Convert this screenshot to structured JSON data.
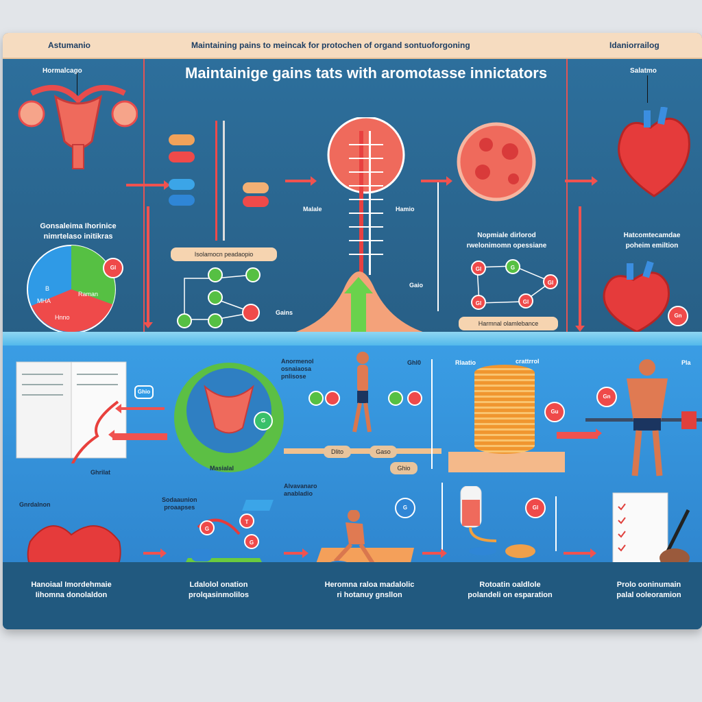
{
  "header": {
    "left": "Astumanio",
    "center": "Maintaining pains to meincak for protochen of organd sontuoforgoning",
    "right": "Idaniorrailog"
  },
  "top": {
    "title": "Maintainige gains tats with aromotasse innictators",
    "left_label": "Hormalcago",
    "right_label": "Salatmo",
    "uterus_caption": [
      "Gonsaleima Ihorinice",
      "nimrtelaso initikras"
    ],
    "pie_labels": [
      "B",
      "MHA",
      "Raman",
      "Hnno"
    ],
    "pie_badge": "Gl",
    "pill_tag": "Isolamocn peadaopio",
    "dna_left": "Malale",
    "dna_right": "Hamio",
    "circle_caption": [
      "Nopmiale dirlorod",
      "rwelonimomn opessiane"
    ],
    "gain_label": "Gaio",
    "molecule_label": "Gains",
    "hormonal_tag": "Harmnal olamlebance",
    "heart_caption": [
      "Hatcomtecamdae",
      "poheim emiltion"
    ],
    "heart_badge": "Gn",
    "net_badges": [
      "Gl",
      "G",
      "Gl",
      "Gl",
      "Gl"
    ]
  },
  "bottom": {
    "book_badge": "Ghio",
    "book_label": "Ghrilat",
    "ovary_circle_label": "Masialal",
    "ovary_badge": "G",
    "cell_label": "Gnrdalnon",
    "runner_label": [
      "Anormenol",
      "osnaiaosa",
      "pnlisose"
    ],
    "runner_badge": "Ghl0",
    "syringe_labels": [
      "Dlito",
      "Gaso",
      "Ghio"
    ],
    "coins_label": "crattrrol",
    "coins_side": "Rlaatio",
    "coins_badge": "Gu",
    "muscle_label": "Pla",
    "muscle_badge": "Gn",
    "curve_label": [
      "Sodaaunion",
      "proaapses"
    ],
    "curve_badges": [
      "G",
      "T",
      "G"
    ],
    "runner2_label": [
      "Alvavanaro",
      "anabladio"
    ],
    "runner2_badge": "G",
    "tube_badge": "Gl"
  },
  "captions": [
    [
      "Hanoiaal Imordehmaie",
      "Iihomna donolaldon"
    ],
    [
      "Ldalolol onation",
      "prolqasinmolilos"
    ],
    [
      "Heromna raloa madalolic",
      "ri hotanuy gnsllon"
    ],
    [
      "Rotoatin oaldlole",
      "polandeli on esparation"
    ],
    [
      "Prolo ooninumain",
      "palal ooleoramion"
    ]
  ],
  "colors": {
    "accent": "#f0524f",
    "green": "#4cbf3e",
    "peach": "#f6dcc0",
    "navy": "#2b6893",
    "blue": "#3a9de4"
  }
}
